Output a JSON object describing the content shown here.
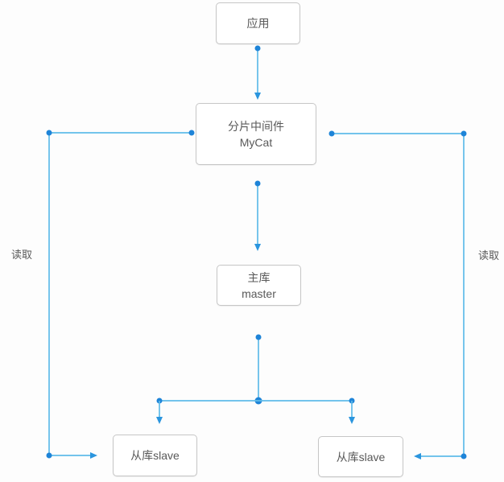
{
  "nodes": {
    "app": {
      "label": "应用"
    },
    "mycat": {
      "line1": "分片中间件",
      "line2": "MyCat"
    },
    "master": {
      "line1": "主库",
      "line2": "master"
    },
    "slave_left": {
      "label": "从库slave"
    },
    "slave_right": {
      "label": "从库slave"
    }
  },
  "edge_labels": {
    "read_left": "读取",
    "read_right": "读取"
  },
  "colors": {
    "line": "#5fbbe9",
    "dot": "#1e84d8",
    "arrow": "#2a95de",
    "box_border": "#c6c6c6",
    "box_bg": "#ffffff",
    "text": "#595959",
    "background": "#fdfdfd"
  }
}
